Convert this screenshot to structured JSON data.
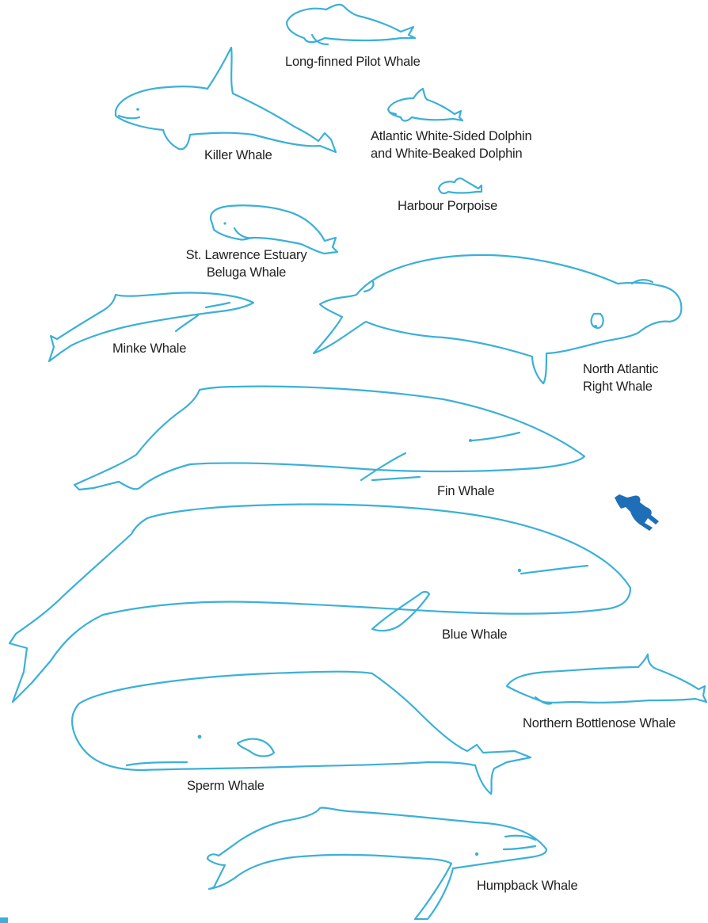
{
  "figure": {
    "line_color": "#3bb0d8",
    "diver_color": "#1e6fb8",
    "species": [
      {
        "id": "pilot",
        "label": "Long-finned Pilot Whale"
      },
      {
        "id": "killer",
        "label": "Killer Whale"
      },
      {
        "id": "white-sided",
        "label_lines": [
          "Atlantic White-Sided Dolphin",
          "and White-Beaked Dolphin"
        ]
      },
      {
        "id": "porpoise",
        "label": "Harbour Porpoise"
      },
      {
        "id": "beluga",
        "label_lines": [
          "St. Lawrence Estuary",
          "Beluga Whale"
        ]
      },
      {
        "id": "minke",
        "label": "Minke Whale"
      },
      {
        "id": "right",
        "label_lines": [
          "North Atlantic",
          "Right Whale"
        ]
      },
      {
        "id": "fin",
        "label": "Fin Whale"
      },
      {
        "id": "blue",
        "label": "Blue Whale"
      },
      {
        "id": "bottlenose",
        "label": "Northern Bottlenose Whale"
      },
      {
        "id": "sperm",
        "label": "Sperm Whale"
      },
      {
        "id": "humpback",
        "label": "Humpback Whale"
      }
    ]
  }
}
